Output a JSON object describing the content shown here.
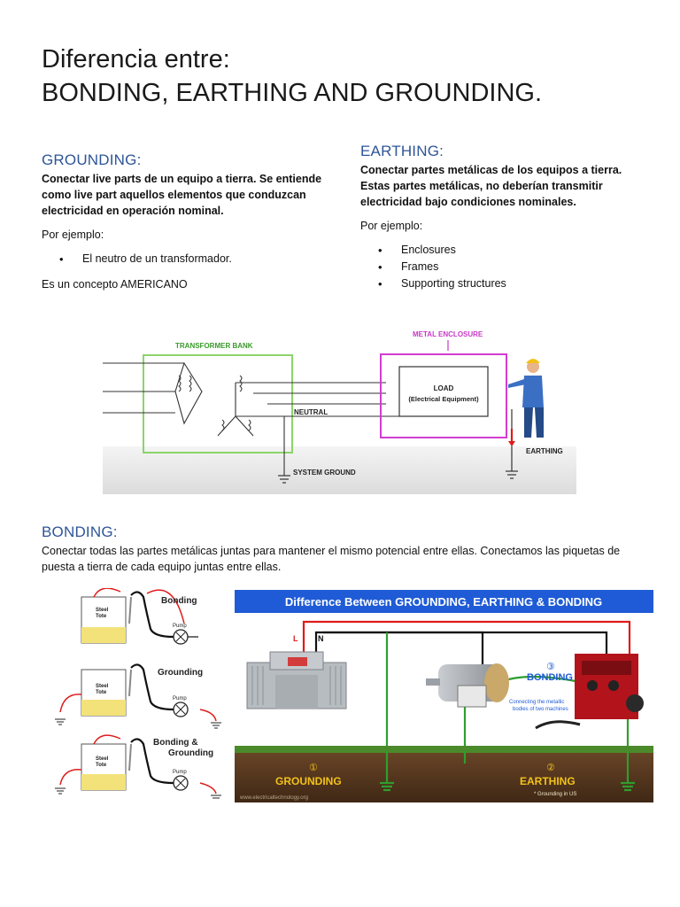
{
  "title": {
    "line1": "Diferencia entre:",
    "line2": "BONDING, EARTHING AND GROUNDING."
  },
  "grounding": {
    "heading": "GROUNDING:",
    "definition": [
      "Conectar live parts de un equipo a tierra. Se entiende",
      "como live part aquellos elementos que conduzcan",
      "electricidad en operación nominal."
    ],
    "example_label": "Por ejemplo:",
    "bullets": [
      "El neutro de un transformador."
    ],
    "note": "Es un concepto AMERICANO"
  },
  "earthing": {
    "heading": "EARTHING:",
    "definition": [
      "Conectar partes metálicas de los equipos a tierra.",
      "Estas partes metálicas, no deberían transmitir",
      "electricidad bajo condiciones nominales."
    ],
    "example_label": "Por ejemplo:",
    "bullets": [
      "Enclosures",
      "Frames",
      "Supporting structures"
    ]
  },
  "diagram1": {
    "transformer_bank": "TRANSFORMER BANK",
    "metal_enclosure": "METAL ENCLOSURE",
    "load": "LOAD",
    "load_sub": "(Electrical Equipment)",
    "neutral": "NEUTRAL",
    "system_ground": "SYSTEM GROUND",
    "earthing": "EARTHING"
  },
  "bonding": {
    "heading": "BONDING:",
    "definition": [
      "Conectar todas las partes metálicas juntas para mantener el mismo potencial entre ellas. Conectamos las piquetas de",
      "puesta a tierra de cada equipo juntas entre ellas."
    ]
  },
  "diagram2": {
    "tote": [
      "Steel",
      "Tote"
    ],
    "pump": "Pump",
    "labels": [
      "Bonding",
      "Grounding",
      "Bonding &",
      "Grounding"
    ]
  },
  "diagram3": {
    "banner": "Difference Between GROUNDING, EARTHING & BONDING",
    "L": "L",
    "N": "N",
    "num1": "①",
    "num2": "②",
    "num3": "③",
    "bonding": "BONDING",
    "bonding_note": [
      "Connecting the metallic",
      "bodies of two machines"
    ],
    "grounding": "GROUNDING",
    "earthing": "EARTHING",
    "grounding_us": "* Grounding in US",
    "watermark": "www.electricaltechnology.org",
    "colors": {
      "banner": "#1f5bd6",
      "ground_wire": "#2e9e2e",
      "live_wire": "#e01b1b",
      "soil": "#5a3a22",
      "grass": "#4b8a2a"
    }
  }
}
